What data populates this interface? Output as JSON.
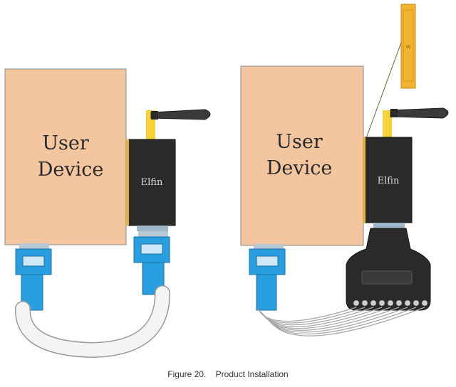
{
  "caption": "Figure 20.    Product Installation",
  "left_setup": {
    "device_line1": "User",
    "device_line2": "Device",
    "module_label": "Elfin"
  },
  "right_setup": {
    "device_line1": "User",
    "device_line2": "Device",
    "module_label": "Elfin",
    "antenna_label": "W"
  },
  "colors": {
    "device_fill": "#f4c6a0",
    "module_fill": "#2b2b2b",
    "cable_blue": "#2a9fe0",
    "antenna_yellow": "#f7d23a",
    "pcb_antenna": "#f2b330"
  }
}
